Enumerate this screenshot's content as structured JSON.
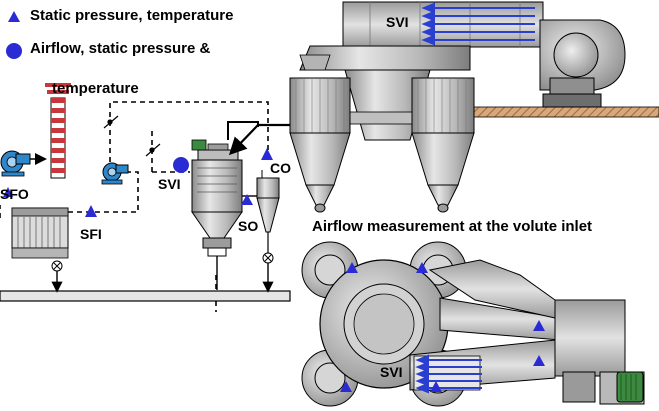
{
  "legend": {
    "triangle_label": "Static pressure, temperature",
    "circle_label_line1": "Airflow, static pressure &",
    "circle_label_line2": "temperature"
  },
  "labels": {
    "sfo": "SFO",
    "sfi": "SFI",
    "svi_left": "SVI",
    "so": "SO",
    "co": "CO",
    "svi_top": "SVI",
    "svi_bottom": "SVI",
    "caption": "Airflow measurement at the volute inlet"
  },
  "colors": {
    "marker_blue": "#2b2bd6",
    "arrow_blue": "#2a3fd0",
    "metal_light": "#d9d9d9",
    "metal_mid": "#b3b3b3",
    "metal_dark": "#6e6e6e",
    "chimney_red": "#c8383b",
    "pump_blue": "#2f86c9",
    "motor_green": "#3c8a3f",
    "floor_brown": "#c98f5c"
  }
}
